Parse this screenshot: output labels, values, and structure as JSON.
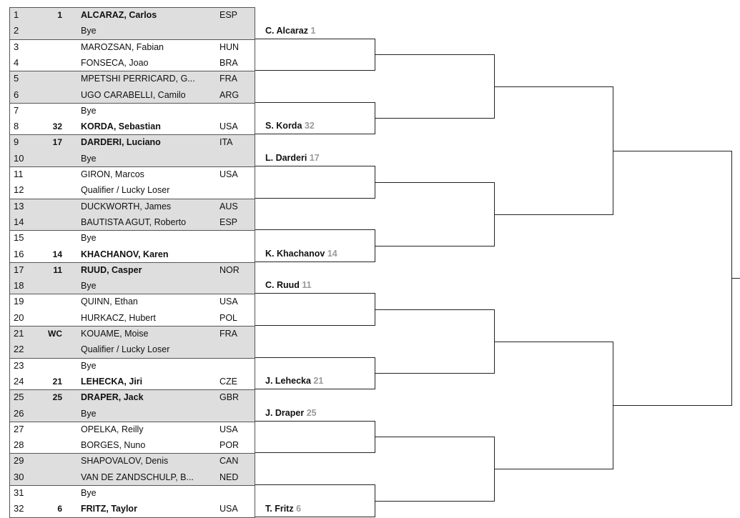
{
  "draw": {
    "rows": [
      {
        "num": "1",
        "entry": "1",
        "name": "ALCARAZ, Carlos",
        "country": "ESP",
        "bold": true
      },
      {
        "num": "2",
        "entry": "",
        "name": "Bye",
        "country": "",
        "bold": false
      },
      {
        "num": "3",
        "entry": "",
        "name": "MAROZSAN, Fabian",
        "country": "HUN",
        "bold": false
      },
      {
        "num": "4",
        "entry": "",
        "name": "FONSECA, Joao",
        "country": "BRA",
        "bold": false
      },
      {
        "num": "5",
        "entry": "",
        "name": "MPETSHI PERRICARD, G...",
        "country": "FRA",
        "bold": false
      },
      {
        "num": "6",
        "entry": "",
        "name": "UGO CARABELLI, Camilo",
        "country": "ARG",
        "bold": false
      },
      {
        "num": "7",
        "entry": "",
        "name": "Bye",
        "country": "",
        "bold": false
      },
      {
        "num": "8",
        "entry": "32",
        "name": "KORDA, Sebastian",
        "country": "USA",
        "bold": true
      },
      {
        "num": "9",
        "entry": "17",
        "name": "DARDERI, Luciano",
        "country": "ITA",
        "bold": true
      },
      {
        "num": "10",
        "entry": "",
        "name": "Bye",
        "country": "",
        "bold": false
      },
      {
        "num": "11",
        "entry": "",
        "name": "GIRON, Marcos",
        "country": "USA",
        "bold": false
      },
      {
        "num": "12",
        "entry": "",
        "name": "Qualifier / Lucky Loser",
        "country": "",
        "bold": false
      },
      {
        "num": "13",
        "entry": "",
        "name": "DUCKWORTH, James",
        "country": "AUS",
        "bold": false
      },
      {
        "num": "14",
        "entry": "",
        "name": "BAUTISTA AGUT, Roberto",
        "country": "ESP",
        "bold": false
      },
      {
        "num": "15",
        "entry": "",
        "name": "Bye",
        "country": "",
        "bold": false
      },
      {
        "num": "16",
        "entry": "14",
        "name": "KHACHANOV, Karen",
        "country": "",
        "bold": true
      },
      {
        "num": "17",
        "entry": "11",
        "name": "RUUD, Casper",
        "country": "NOR",
        "bold": true
      },
      {
        "num": "18",
        "entry": "",
        "name": "Bye",
        "country": "",
        "bold": false
      },
      {
        "num": "19",
        "entry": "",
        "name": "QUINN, Ethan",
        "country": "USA",
        "bold": false
      },
      {
        "num": "20",
        "entry": "",
        "name": "HURKACZ, Hubert",
        "country": "POL",
        "bold": false
      },
      {
        "num": "21",
        "entry": "WC",
        "name": "KOUAME, Moise",
        "country": "FRA",
        "bold": false
      },
      {
        "num": "22",
        "entry": "",
        "name": "Qualifier / Lucky Loser",
        "country": "",
        "bold": false
      },
      {
        "num": "23",
        "entry": "",
        "name": "Bye",
        "country": "",
        "bold": false
      },
      {
        "num": "24",
        "entry": "21",
        "name": "LEHECKA, Jiri",
        "country": "CZE",
        "bold": true
      },
      {
        "num": "25",
        "entry": "25",
        "name": "DRAPER, Jack",
        "country": "GBR",
        "bold": true
      },
      {
        "num": "26",
        "entry": "",
        "name": "Bye",
        "country": "",
        "bold": false
      },
      {
        "num": "27",
        "entry": "",
        "name": "OPELKA, Reilly",
        "country": "USA",
        "bold": false
      },
      {
        "num": "28",
        "entry": "",
        "name": "BORGES, Nuno",
        "country": "POR",
        "bold": false
      },
      {
        "num": "29",
        "entry": "",
        "name": "SHAPOVALOV, Denis",
        "country": "CAN",
        "bold": false
      },
      {
        "num": "30",
        "entry": "",
        "name": "VAN DE ZANDSCHULP, B...",
        "country": "NED",
        "bold": false
      },
      {
        "num": "31",
        "entry": "",
        "name": "Bye",
        "country": "",
        "bold": false
      },
      {
        "num": "32",
        "entry": "6",
        "name": "FRITZ, Taylor",
        "country": "USA",
        "bold": true
      }
    ],
    "round2_winners": [
      {
        "name": "C. Alcaraz",
        "seed": "1"
      },
      {
        "name": "",
        "seed": ""
      },
      {
        "name": "",
        "seed": ""
      },
      {
        "name": "S. Korda",
        "seed": "32"
      },
      {
        "name": "L. Darderi",
        "seed": "17"
      },
      {
        "name": "",
        "seed": ""
      },
      {
        "name": "",
        "seed": ""
      },
      {
        "name": "K. Khachanov",
        "seed": "14"
      },
      {
        "name": "C. Ruud",
        "seed": "11"
      },
      {
        "name": "",
        "seed": ""
      },
      {
        "name": "",
        "seed": ""
      },
      {
        "name": "J. Lehecka",
        "seed": "21"
      },
      {
        "name": "J. Draper",
        "seed": "25"
      },
      {
        "name": "",
        "seed": ""
      },
      {
        "name": "",
        "seed": ""
      },
      {
        "name": "T. Fritz",
        "seed": "6"
      }
    ]
  }
}
